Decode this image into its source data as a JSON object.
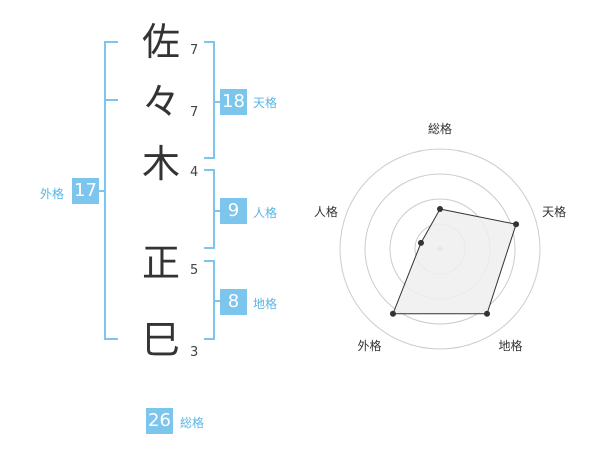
{
  "name": {
    "characters": [
      {
        "char": "佐",
        "strokes": "7"
      },
      {
        "char": "々",
        "strokes": "7"
      },
      {
        "char": "木",
        "strokes": "4"
      },
      {
        "char": "正",
        "strokes": "5"
      },
      {
        "char": "巳",
        "strokes": "3"
      }
    ]
  },
  "kakusu": {
    "tenkaku": {
      "value": "18",
      "label": "天格"
    },
    "jinkaku": {
      "value": "9",
      "label": "人格"
    },
    "chikaku": {
      "value": "8",
      "label": "地格"
    },
    "gaikaku": {
      "value": "17",
      "label": "外格"
    },
    "soukaku": {
      "value": "26",
      "label": "総格"
    }
  },
  "chart_data": {
    "type": "radar",
    "axes": [
      "総格",
      "天格",
      "地格",
      "外格",
      "人格"
    ],
    "values": [
      0.4,
      0.8,
      0.8,
      0.8,
      0.2
    ],
    "rings": 4,
    "max": 1,
    "fill_color": "#eeeeee",
    "line_color": "#333333",
    "ring_color": "#cccccc"
  },
  "colors": {
    "accent": "#7cc5ec",
    "accent_text": "#57b5e6"
  }
}
